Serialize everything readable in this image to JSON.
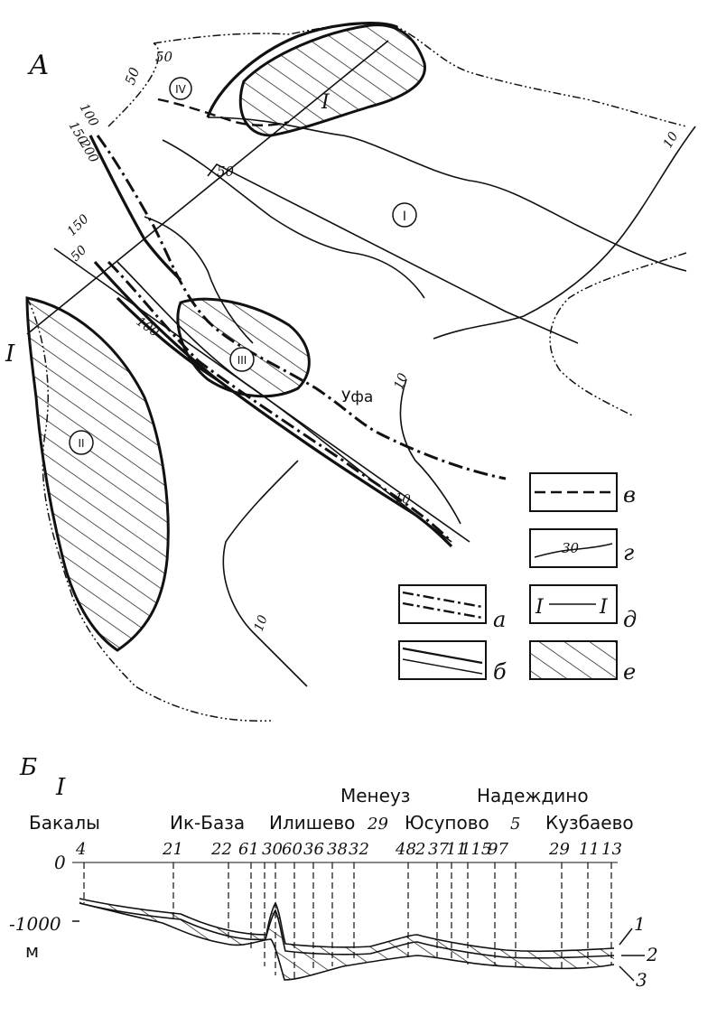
{
  "map": {
    "panel_label": "А",
    "river_label": "Уфа",
    "isoline_labels": [
      "50",
      "50",
      "100",
      "150",
      "200",
      "150",
      "50",
      "50",
      "100",
      "10",
      "10",
      "10",
      "10"
    ],
    "regions": [
      "I",
      "II",
      "III",
      "IV"
    ],
    "profile_labels": [
      "I",
      "I"
    ]
  },
  "legend": {
    "a": "а",
    "b": "б",
    "v": "в",
    "g": "г",
    "g_value": "30",
    "d": "д",
    "d_symbol_left": "I",
    "d_symbol_right": "I",
    "e": "е"
  },
  "profile": {
    "panel_label": "Б",
    "line_label": "I",
    "localities": [
      "Бакалы",
      "Ик-База",
      "Илишево",
      "Менеуз",
      "Юсупово",
      "Надеждино",
      "Кузбаево"
    ],
    "wells_upper": [
      "29",
      "5"
    ],
    "wells": [
      "4",
      "21",
      "22",
      "61",
      "30",
      "60",
      "36",
      "38",
      "32",
      "48",
      "2",
      "37",
      "11",
      "115",
      "97",
      "29",
      "11",
      "13"
    ],
    "y_ticks": [
      "0",
      "-1000"
    ],
    "y_unit": "м",
    "callouts": [
      "1",
      "2",
      "3"
    ]
  }
}
